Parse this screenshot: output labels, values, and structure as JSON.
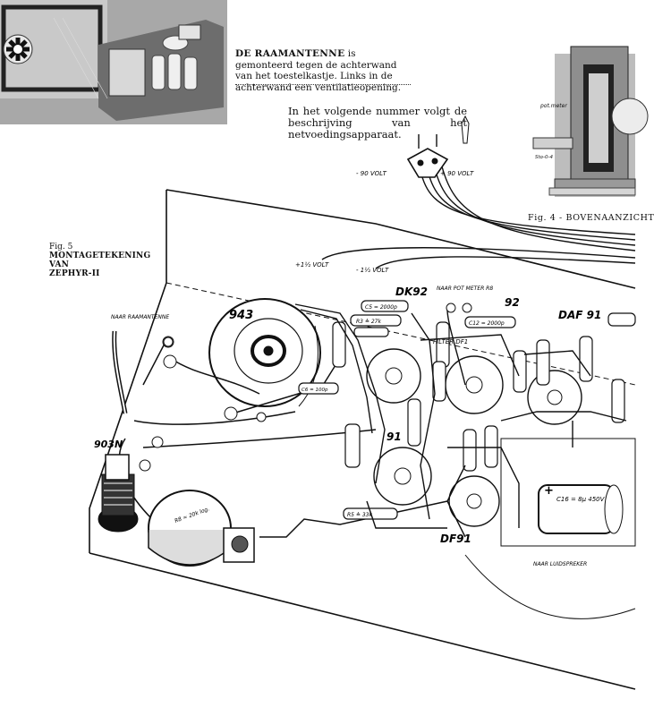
{
  "top_caption": {
    "bold": "DE RAAMANTENNE",
    "text": " is gemonteerd tegen de achterwand van het toestelkastje. Links in de achterwand een ventilatieopening."
  },
  "intro_text": "In het volgende nummer volgt de beschrijving van het netvoedingsapparaat.",
  "fig5": {
    "label": "Fig. 5",
    "title_1": "MONTAGETEKENING",
    "title_2": "VAN",
    "title_3": "ZEPHYR-II"
  },
  "fig4": {
    "caption": "Fig. 4 - BOVENAANZICHT",
    "label_potmeter": "pot.meter",
    "label_part": "Sto-0-4"
  },
  "diagram_labels": {
    "minus_90": "- 90 VOLT",
    "plus_90": "+ 90 VOLT",
    "plus_1_5": "+1½ VOLT",
    "minus_1_5": "- 1½ VOLT",
    "naar_pot_meter": "NAAR POT METER R8",
    "naar_raamantenne": "NAAR RAAMANTENNE",
    "naar_luidspreker": "NAAR LUIDSPREKER",
    "filter": "FILTER DF1",
    "dk92": "DK92",
    "daf91": "DAF 91",
    "df91": "DF91",
    "t92": "92",
    "t91": "91",
    "t943": "943",
    "t903n": "903N",
    "c5": "C5 = 2000p",
    "r3": "R3 ≙ 27k",
    "c12": "C12 = 2000p",
    "c16": "C16 = 8µ 450V",
    "r8": "R8 = 20k log.",
    "r5": "R5 ≙ 33k",
    "c6": "C6 = 100p"
  }
}
